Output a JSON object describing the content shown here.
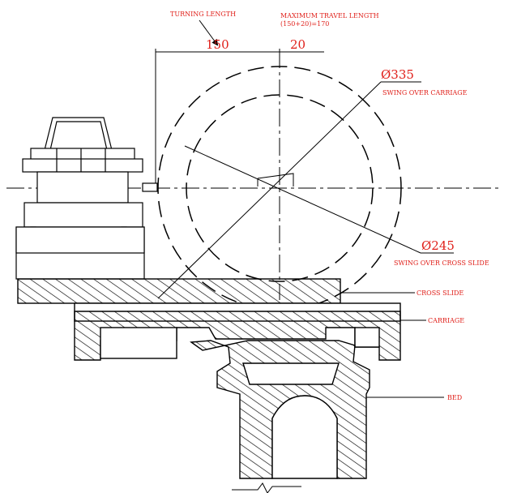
{
  "labels": {
    "turning_length": "TURNING LENGTH",
    "max_travel_line1": "MAXIMUM TRAVEL LENGTH",
    "max_travel_line2": "(150+20)=170",
    "dim_150": "150",
    "dim_20": "20",
    "dia_335": "Ø335",
    "swing_carriage": "SWING OVER CARRIAGE",
    "dia_245": "Ø245",
    "swing_cross_slide": "SWING OVER CROSS SLIDE",
    "cross_slide": "CROSS SLIDE",
    "carriage": "CARRIAGE",
    "bed": "BED"
  },
  "colors": {
    "annotation": "#e0201a",
    "line": "#000000",
    "background": "#ffffff"
  }
}
